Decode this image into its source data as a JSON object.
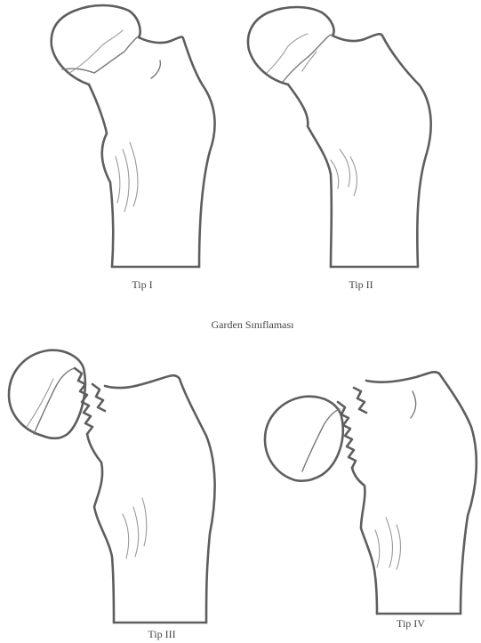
{
  "title": "Garden Sınıflaması",
  "panels": [
    {
      "label": "Tip I"
    },
    {
      "label": "Tip II"
    },
    {
      "label": "Tip III"
    },
    {
      "label": "Tip IV"
    }
  ],
  "colors": {
    "line": "#5e5e5e",
    "background": "#ffffff"
  }
}
